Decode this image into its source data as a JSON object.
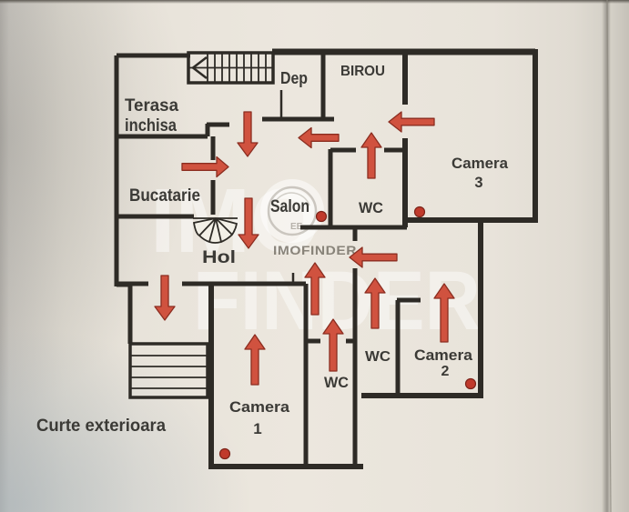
{
  "watermark": {
    "line1": "IMO",
    "line2": "FINDER",
    "small": "IMOFINDER",
    "logo_marks": "EE"
  },
  "labels": {
    "terasa_line1": "Terasa",
    "terasa_line2": "inchisa",
    "dep": "Dep",
    "birou": "BIROU",
    "camera3_name": "Camera",
    "camera3_num": "3",
    "wc_main": "WC",
    "bucatarie": "Bucatarie",
    "salon": "Salon",
    "hol": "Hol",
    "camera1_name": "Camera",
    "camera1_num": "1",
    "wc_bottom": "WC",
    "wc_mid": "WC",
    "camera2_name": "Camera",
    "camera2_num": "2",
    "curte": "Curte exterioara"
  },
  "colors": {
    "paper": "#e9e4db",
    "wall": "#2e2b26",
    "arrow_fill": "#d0523f",
    "arrow_stroke": "#8b2d20",
    "dot": "#c03a2c",
    "label_text": "#3b3a36"
  }
}
